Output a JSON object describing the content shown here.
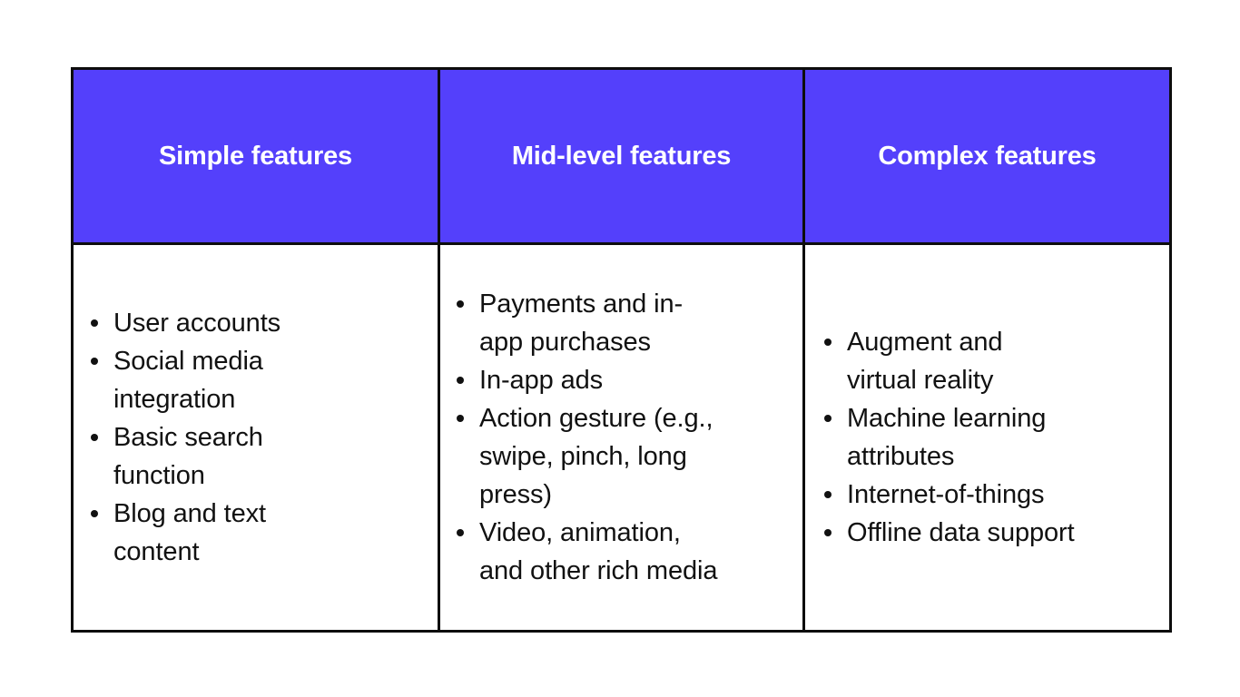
{
  "colors": {
    "header_background": "#5440fb",
    "header_text": "#ffffff",
    "border": "#0d0d0d",
    "body_text": "#111111",
    "page_background": "#ffffff"
  },
  "table": {
    "columns": [
      {
        "header": "Simple features",
        "items": [
          "User accounts",
          "Social media integration",
          "Basic search function",
          "Blog and text content"
        ]
      },
      {
        "header": "Mid-level features",
        "items": [
          "Payments and in-app purchases",
          "In-app ads",
          "Action gesture (e.g., swipe, pinch, long press)",
          "Video, animation, and other rich media"
        ]
      },
      {
        "header": "Complex features",
        "items": [
          "Augment and virtual reality",
          "Machine learning attributes",
          "Internet-of-things",
          "Offline data support"
        ]
      }
    ]
  }
}
